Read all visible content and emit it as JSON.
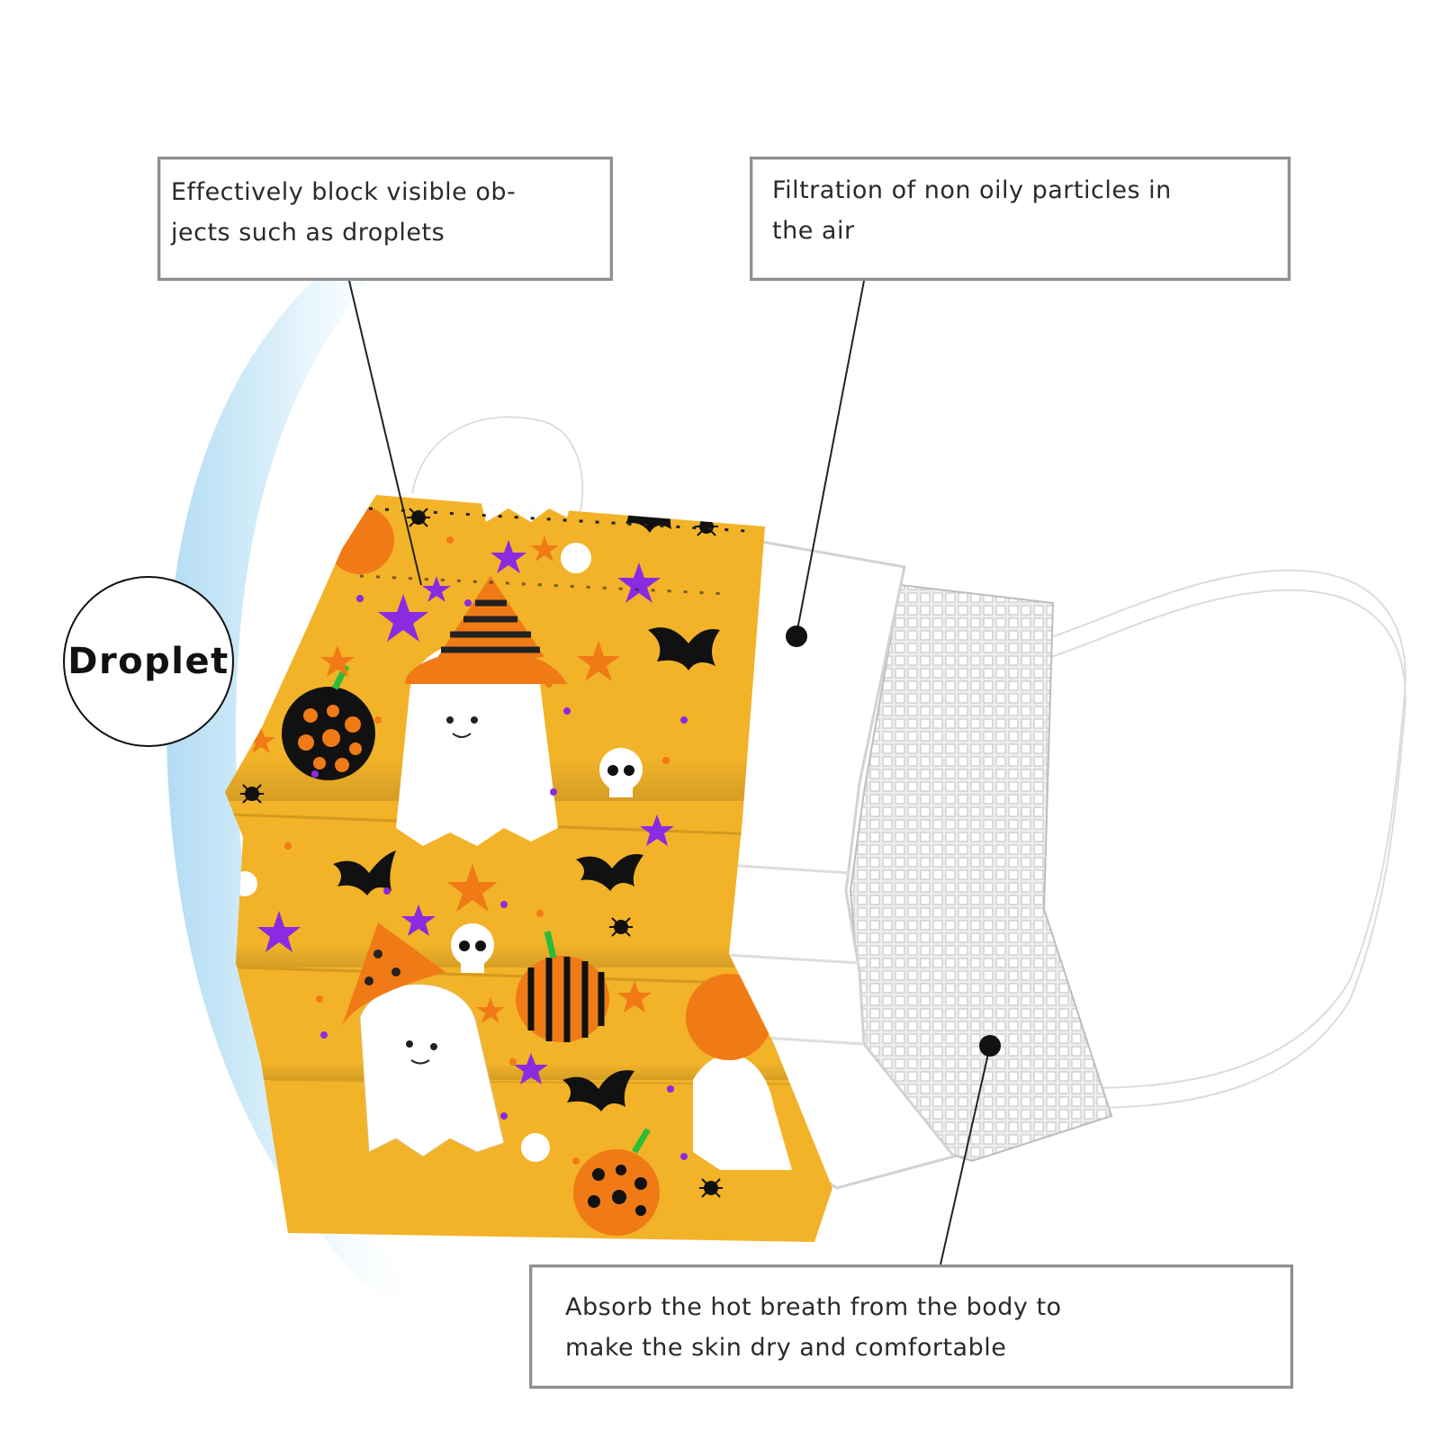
{
  "callouts": {
    "outer_layer": {
      "line1": "Effectively block visible ob-",
      "line2": "jects such as droplets"
    },
    "middle_layer": {
      "line1": "Filtration of non oily particles in",
      "line2": "the air"
    },
    "inner_layer": {
      "line1": "Absorb the hot breath from the body to",
      "line2": "make the skin dry and comfortable"
    }
  },
  "droplet_label": "Droplet",
  "colors": {
    "mask_print_base": "#f2b329",
    "print_orange": "#f07a16",
    "print_purple": "#8a2be2",
    "print_black": "#111111",
    "middle_layer": "#ffffff",
    "inner_mesh": "#d9d9d9",
    "droplet_shield": "#bfe3f7",
    "leader_line": "#222222",
    "callout_border": "#8f8f8f"
  },
  "icons": [
    "ghost-icon",
    "pumpkin-icon",
    "bat-icon",
    "skull-icon",
    "star-icon",
    "spider-icon"
  ]
}
